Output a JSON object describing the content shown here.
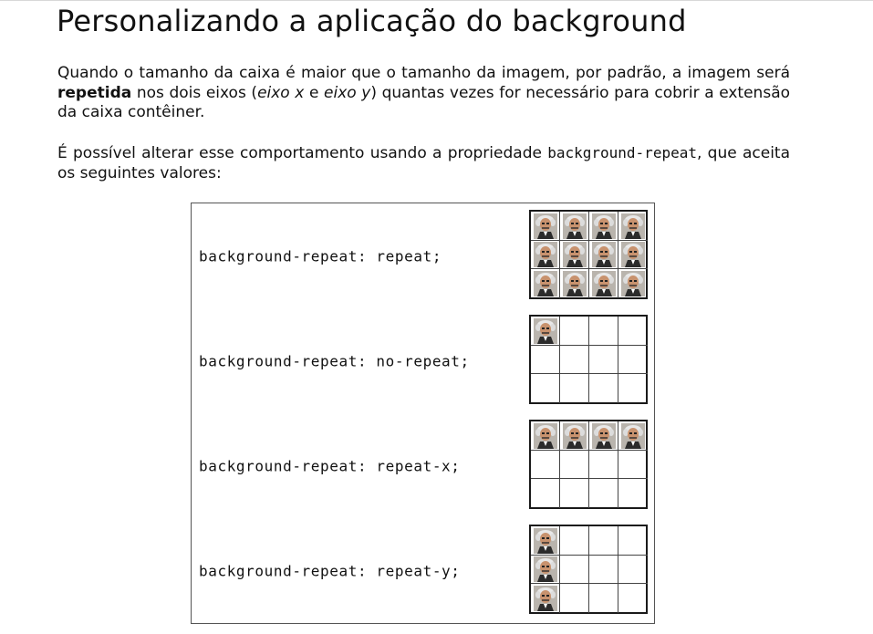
{
  "title": "Personalizando a aplicação do background",
  "paragraph1": {
    "before": "Quando o tamanho da caixa é maior que o tamanho da imagem, por padrão, a imagem será ",
    "bold": "repetida",
    "mid1": " nos dois eixos (",
    "italic1": "eixo x",
    "mid2": " e ",
    "italic2": "eixo y",
    "after": ") quantas vezes for necessário para cobrir a extensão da caixa contêiner."
  },
  "paragraph2": {
    "before": "É possível alterar esse comportamento usando a propriedade ",
    "code": "background-repeat",
    "after": ", que aceita os seguintes valores:"
  },
  "examples": [
    {
      "label": "background-repeat: repeat;",
      "mode": "repeat"
    },
    {
      "label": "background-repeat: no-repeat;",
      "mode": "no-repeat"
    },
    {
      "label": "background-repeat: repeat-x;",
      "mode": "repeat-x"
    },
    {
      "label": "background-repeat: repeat-y;",
      "mode": "repeat-y"
    }
  ],
  "icons": {
    "tile": "einstein-portrait-tile-icon"
  },
  "colors": {
    "text": "#111111",
    "grid_border": "#1a1a1a"
  }
}
